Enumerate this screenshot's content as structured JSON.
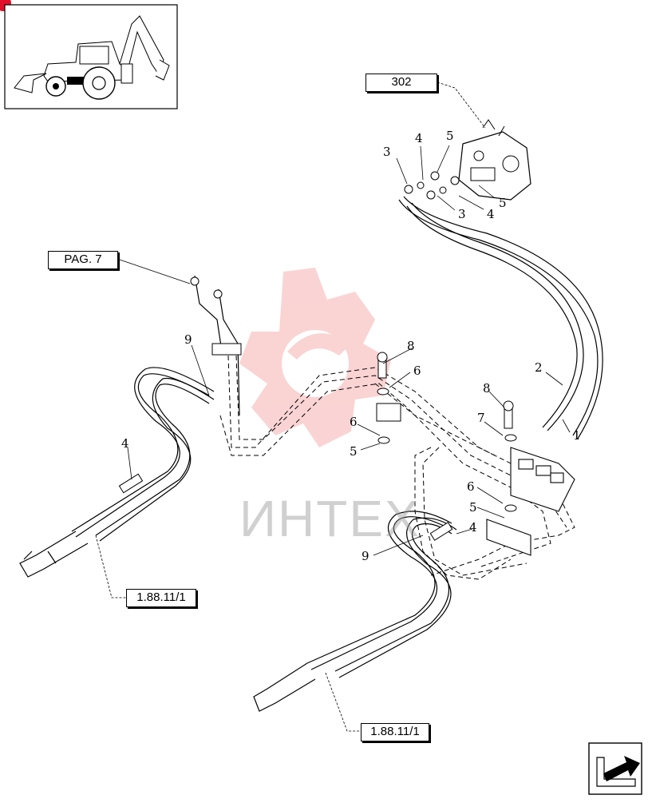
{
  "refs": {
    "top_ref": "302",
    "page_ref": "PAG. 7",
    "left_ref": "1.88.11/1",
    "bottom_ref": "1.88.11/1"
  },
  "callouts": {
    "c1": "1",
    "c2": "2",
    "c3a": "3",
    "c3b": "3",
    "c4a": "4",
    "c4b": "4",
    "c4c": "4",
    "c4d": "4",
    "c5a": "5",
    "c5b": "5",
    "c5c": "5",
    "c5d": "5",
    "c6a": "6",
    "c6b": "6",
    "c6c": "6",
    "c7": "7",
    "c8a": "8",
    "c8b": "8",
    "c9a": "9",
    "c9b": "9"
  },
  "watermark": "ИНТЕХ",
  "colors": {
    "line": "#000000",
    "watermark_red": "#f4a0a0",
    "badge_red": "#e0102a"
  },
  "icons": {
    "thumbnail": "backhoe-loader-icon",
    "nav": "next-page-arrow-icon"
  }
}
